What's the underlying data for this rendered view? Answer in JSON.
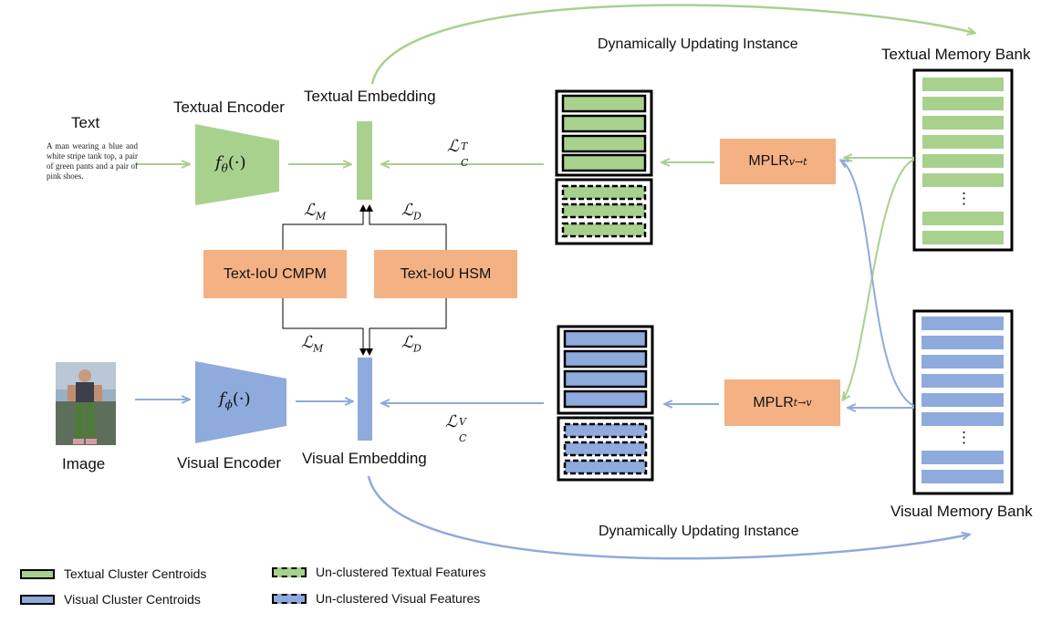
{
  "labels": {
    "text_title": "Text",
    "caption": "A man wearing a blue and white stripe tank top, a pair of green pants and a pair of pink shoes.",
    "image_title": "Image",
    "textual_encoder": "Textual Encoder",
    "visual_encoder": "Visual Encoder",
    "textual_embedding": "Textual Embedding",
    "visual_embedding": "Visual Embedding",
    "update_top": "Dynamically Updating Instance",
    "update_bottom": "Dynamically Updating Instance",
    "textual_memory_bank": "Textual Memory Bank",
    "visual_memory_bank": "Visual Memory Bank",
    "ellipsis": "⋮"
  },
  "math": {
    "f_theta": "f",
    "f_theta_sub": "θ",
    "f_theta_arg": "(·)",
    "f_phi": "f",
    "f_phi_sub": "ϕ",
    "f_phi_arg": "(·)",
    "loss_script": "ℒ",
    "LM": "M",
    "LD": "D",
    "LC": "C",
    "LC_T": "T",
    "LC_V": "V"
  },
  "boxes": {
    "cmpm": "Text-IoU CMPM",
    "hsm": "Text-IoU HSM",
    "mplr_top": "MPLR",
    "mplr_top_sub": "v→t",
    "mplr_bottom": "MPLR",
    "mplr_bottom_sub": "t→v"
  },
  "legend": {
    "textual_centroids": "Textual Cluster Centroids",
    "visual_centroids": "Visual Cluster Centroids",
    "unclustered_textual": "Un-clustered Textual Features",
    "unclustered_visual": "Un-clustered Visual Features"
  },
  "colors": {
    "green": "#a9d18e",
    "blue": "#8faadc",
    "orange": "#f4b183"
  }
}
